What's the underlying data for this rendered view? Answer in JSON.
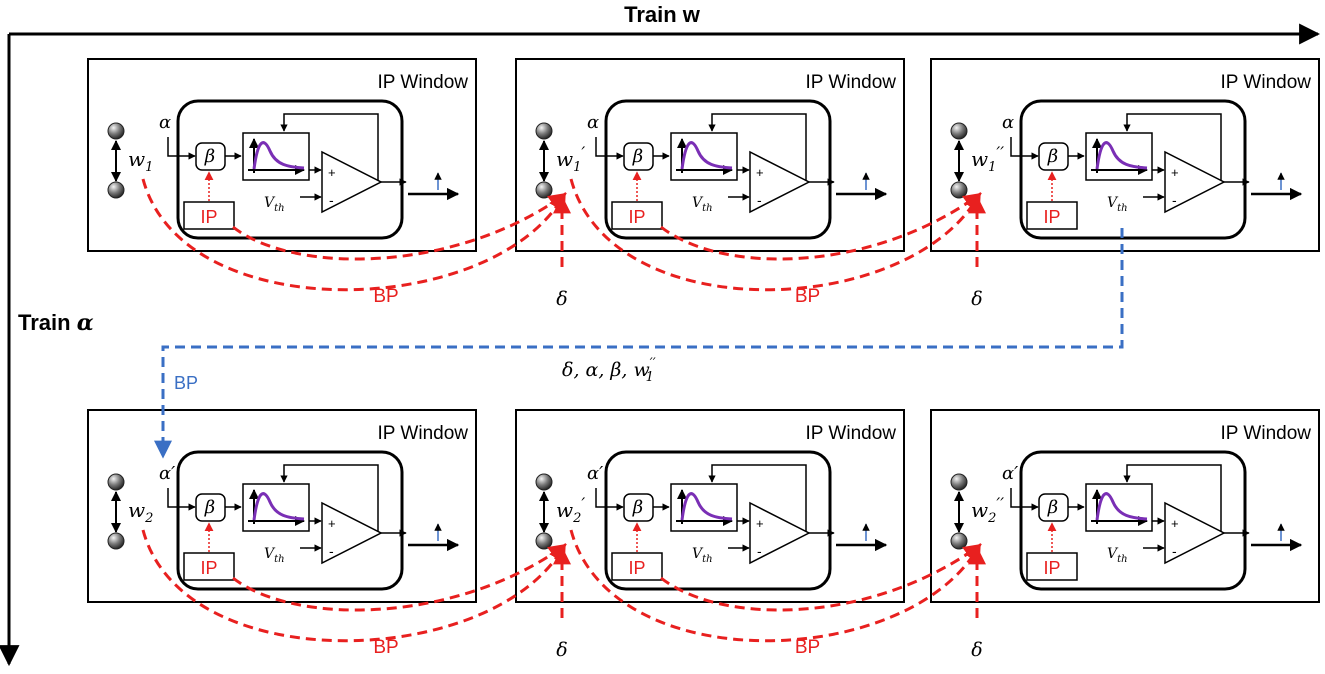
{
  "axes": {
    "horizontal_label": "Train w",
    "vertical_label_prefix": "Train ",
    "vertical_label_symbol": "α"
  },
  "colors": {
    "bp_red": "#e8201f",
    "bp_blue": "#3a6fc4",
    "curve_purple": "#7a2fb5",
    "spike_blue": "#3a6fc4",
    "ip_red": "#e8201f"
  },
  "labels": {
    "window_title": "IP Window",
    "ip": "IP",
    "bp": "BP",
    "delta": "δ",
    "beta": "β",
    "vth_base": "V",
    "vth_sub": "th",
    "plus": "+",
    "minus": "-",
    "carry_over": "δ, α, β, w",
    "carry_over_sup": "′′",
    "carry_over_sub": "1"
  },
  "rows": [
    {
      "alpha_label": "α",
      "windows": [
        {
          "weight_base": "w",
          "weight_sub": "1",
          "weight_prime": ""
        },
        {
          "weight_base": "w",
          "weight_sub": "1",
          "weight_prime": "′"
        },
        {
          "weight_base": "w",
          "weight_sub": "1",
          "weight_prime": "′′"
        }
      ]
    },
    {
      "alpha_label": "α′",
      "windows": [
        {
          "weight_base": "w",
          "weight_sub": "2",
          "weight_prime": ""
        },
        {
          "weight_base": "w",
          "weight_sub": "2",
          "weight_prime": "′"
        },
        {
          "weight_base": "w",
          "weight_sub": "2",
          "weight_prime": "′′"
        }
      ]
    }
  ]
}
